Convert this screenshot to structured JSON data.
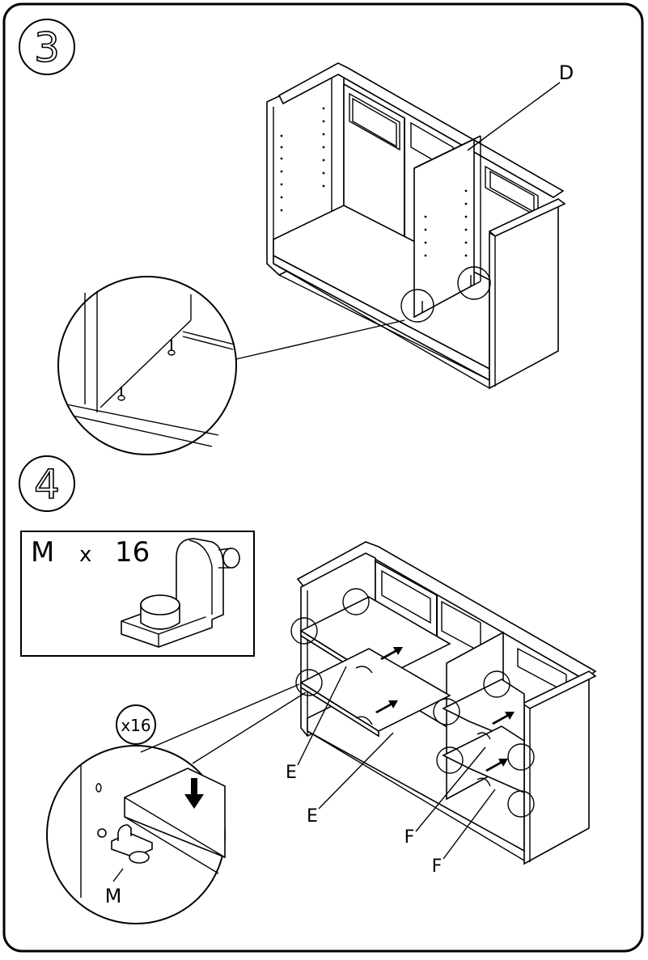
{
  "steps": [
    {
      "number": "3",
      "part_labels": [
        "D"
      ]
    },
    {
      "number": "4",
      "part_labels": [
        "E",
        "E",
        "F",
        "F"
      ]
    }
  ],
  "hardware_box": {
    "part": "M",
    "multiplier": "x",
    "quantity": "16"
  },
  "detail_callout": {
    "badge": "x16",
    "part_label": "M"
  }
}
